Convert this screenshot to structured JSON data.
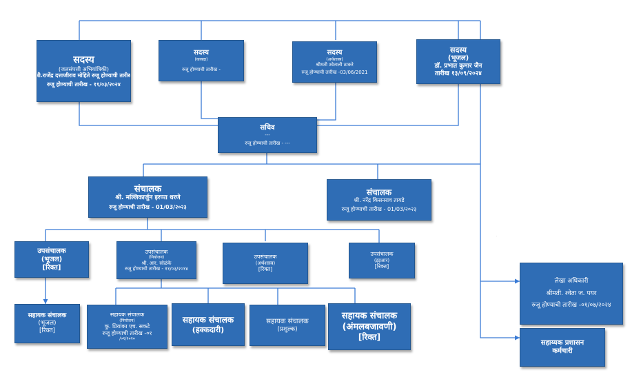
{
  "colors": {
    "box_fill": "#2f6db5",
    "box_border": "#24578f",
    "connector": "#3a7bd5"
  },
  "members": [
    {
      "title": "सदस्य",
      "field": "(जलसंपत्ती अभियांत्रिकी)",
      "name": "श्री.राजेंद्र दत्ताजीराव मोहिते रुजू होण्याची तारीख",
      "date": "रुजू होण्याची तारीख - ११/०३/२०२४"
    },
    {
      "title": "सदस्य",
      "field": "(कायदा)",
      "date": "रुजू होण्याची तारीख -"
    },
    {
      "title": "सदस्य",
      "field": "(अर्थशास्त्र)",
      "name": "श्रीमती श्वेताली ठाकरे",
      "date": "रुजू होण्याची तारीख -03/06/2021"
    },
    {
      "title": "सदस्य",
      "field": "(भूजल)",
      "name": "डॉ. प्रभात कुमार जैन",
      "date": "तारीख १३/०९/२०२४"
    }
  ],
  "secretary": {
    "title": "सचिव",
    "name": "---",
    "date": "रुजू होण्याची तारीख - ---"
  },
  "directors": [
    {
      "title": "संचालक",
      "name": "श्री. मल्लिकार्जुन इरप्पा धरणे",
      "date": "रुजू होण्याची तारीख - 01/03/२०२३"
    },
    {
      "title": "संचालक",
      "name": "श्री. नरेंद्र किसनराव तायडे",
      "date": "रुजू होण्याची तारीख - 01/03/२०२३"
    }
  ],
  "deputy_directors": [
    {
      "title": "उपसंचालक",
      "field": "(भूजल)",
      "status": "[रिक्त]"
    },
    {
      "title": "उपसंचालक",
      "field": "(नियोजन)",
      "name": "श्री. आर. सोळंके",
      "date": "रुजू होण्याची तारीख - ११/०३/२०१४"
    },
    {
      "title": "उपसंचालक",
      "field": "(अर्थशास्त्र)",
      "status": "[रिक्त]"
    },
    {
      "title": "उपसंचालक",
      "field": "(इइआर)",
      "status": "[रिक्त]"
    }
  ],
  "assistant_directors": [
    {
      "title": "सहायक संचालक",
      "field": "(भूजल)",
      "status": "[रिक्त]"
    },
    {
      "title": "सहायक संचालक",
      "field": "(नियोजन)",
      "name": "कु. प्रियांका एच. सकटे",
      "date": "रुजू होण्याची तारीख -०१",
      "date2": "/०१/२०२०"
    },
    {
      "title": "सहायक संचालक",
      "field": "(हक्कदारी)"
    },
    {
      "title": "सहायक संचालक",
      "field": "(प्रशुल्क)"
    },
    {
      "title": "सहायक संचालक",
      "field": "(अंमलबजावणी)",
      "status": "[रिक्त]"
    }
  ],
  "accounts_officer": {
    "title": "लेखा अधिकारी",
    "name": "श्रीमती. श्वेता ज. पयर",
    "date": "रुजू होण्याची तारीख -०१/०७/२०२४"
  },
  "admin_staff": {
    "line1": "सहाय्यक प्रशासन",
    "line2": "कर्मचारी"
  }
}
